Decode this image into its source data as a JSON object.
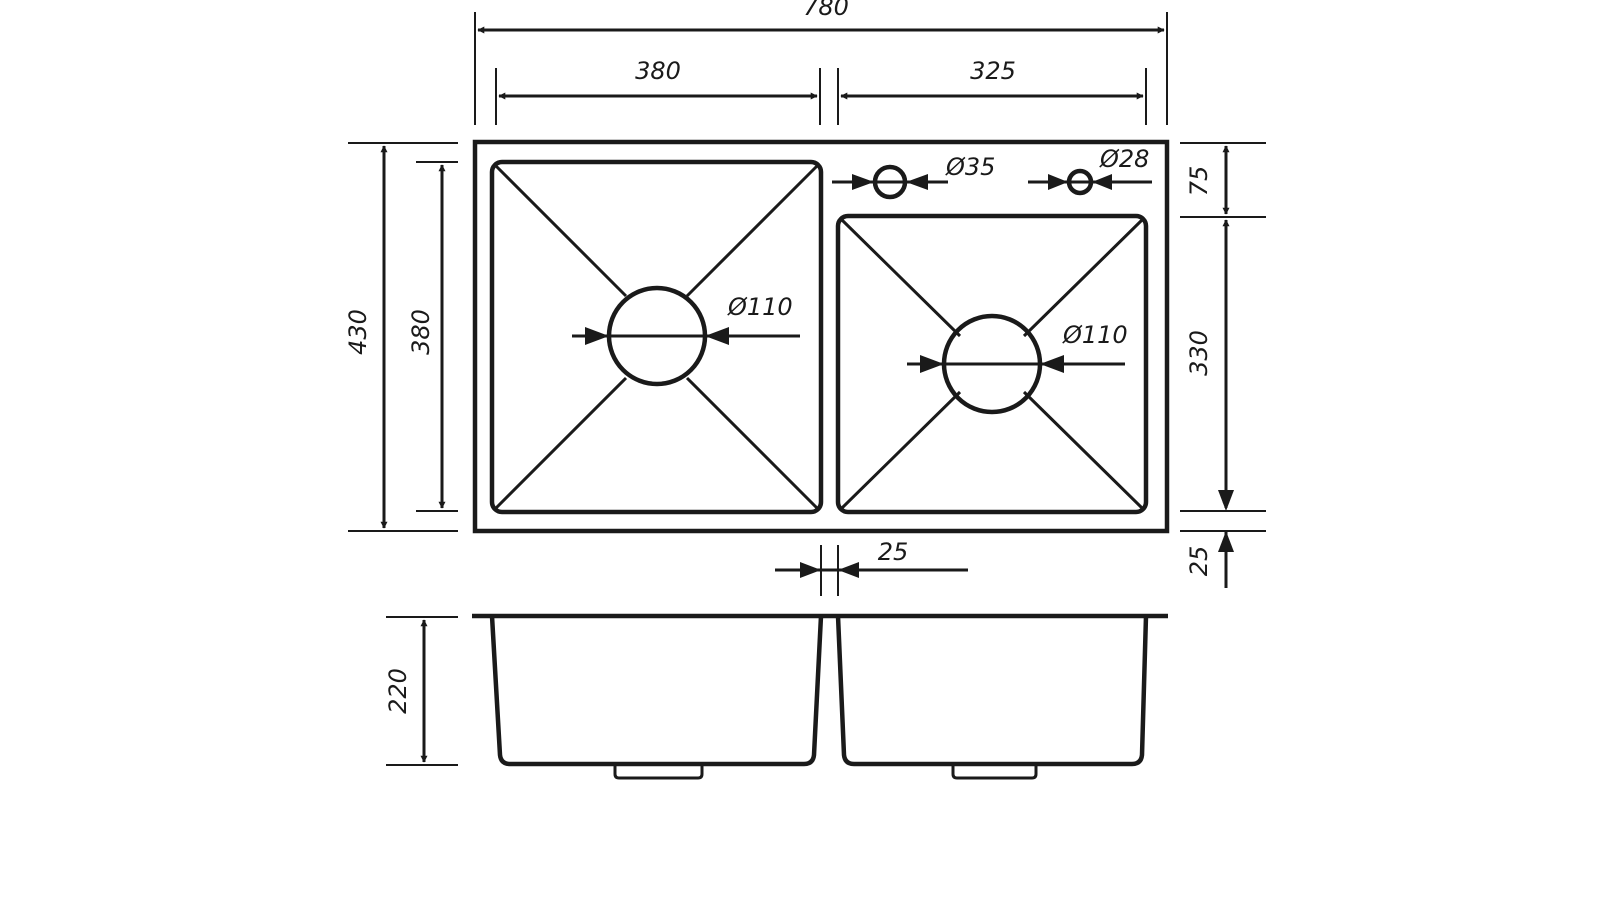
{
  "dimensions": {
    "overall_width": "780",
    "left_bowl_width": "380",
    "right_bowl_width": "325",
    "overall_depth": "430",
    "left_bowl_depth": "380",
    "top_margin": "75",
    "right_bowl_depth": "330",
    "bottom_margin": "25",
    "divider_width": "25",
    "bowl_height": "220"
  },
  "holes": {
    "tap_hole": "Ø35",
    "small_hole": "Ø28",
    "left_drain": "Ø110",
    "right_drain": "Ø110"
  },
  "colors": {
    "line": "#1a1a1a",
    "background": "#ffffff"
  }
}
